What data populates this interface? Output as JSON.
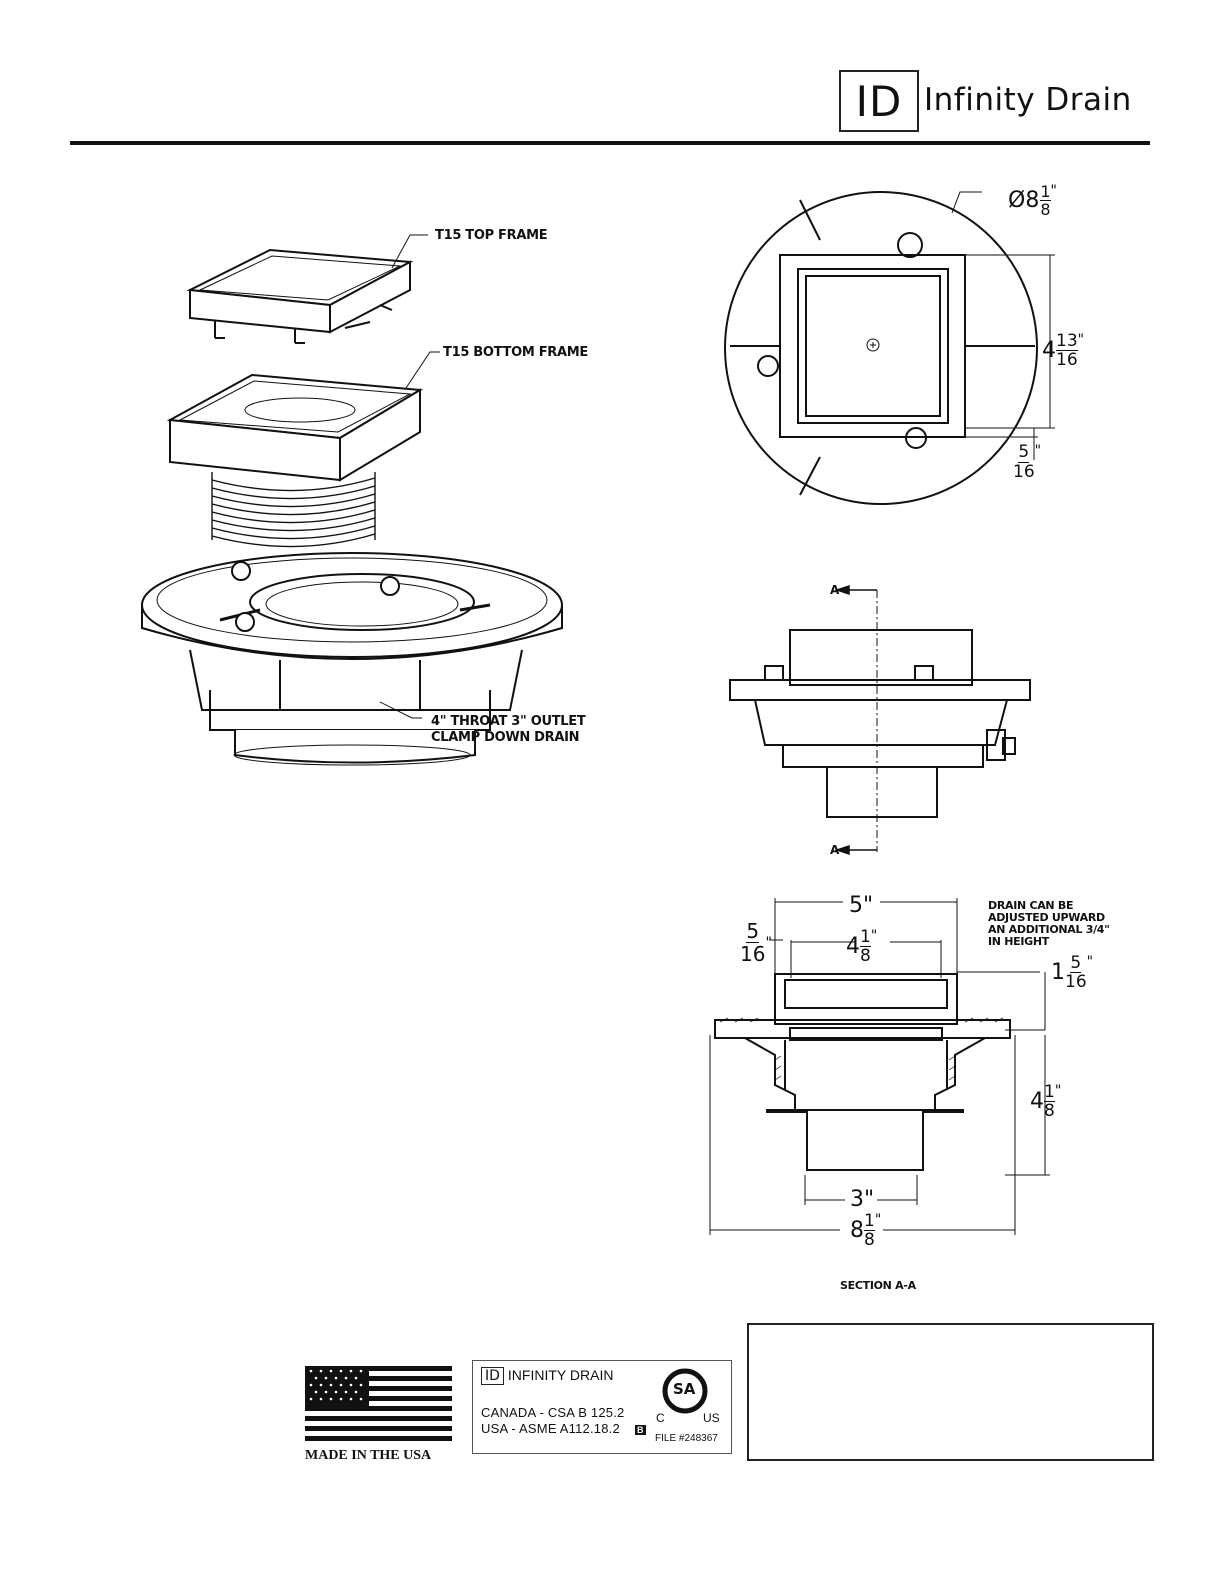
{
  "header": {
    "logo_mark": "ID",
    "brand_name": "Infinity Drain"
  },
  "exploded_view": {
    "labels": {
      "top_frame": "T15 TOP FRAME",
      "bottom_frame": "T15 BOTTOM FRAME",
      "drain_line1": "4\" THROAT 3\" OUTLET",
      "drain_line2": "CLAMP DOWN DRAIN"
    }
  },
  "top_view": {
    "diameter_prefix": "Ø8",
    "diameter_num": "1",
    "diameter_den": "8",
    "height_whole": "4",
    "height_num": "13",
    "height_den": "16",
    "offset_num": "5",
    "offset_den": "16",
    "inch": "\""
  },
  "side_view": {
    "section_marker": "A"
  },
  "section_view": {
    "width_top": "5\"",
    "rim_num": "5",
    "rim_den": "16",
    "inner_whole": "4",
    "inner_num": "1",
    "inner_den": "8",
    "frame_whole": "1",
    "frame_num": "5",
    "frame_den": "16",
    "body_whole": "4",
    "body_num": "1",
    "body_den": "8",
    "outlet": "3\"",
    "base_whole": "8",
    "base_num": "1",
    "base_den": "8",
    "inch": "\"",
    "note": [
      "DRAIN CAN BE",
      "ADJUSTED UPWARD",
      "AN ADDITIONAL 3/4\"",
      "IN HEIGHT"
    ],
    "caption": "SECTION A-A"
  },
  "footer": {
    "flag_caption": "MADE IN THE USA",
    "cert": {
      "logo_mark": "ID",
      "brand": "INFINITY DRAIN",
      "line1": "CANADA - CSA B 125.2",
      "line2": "USA - ASME A112.18.2",
      "b_mark": "B",
      "csa_mark": "SA",
      "c_mark": "C",
      "us_mark": "US",
      "file": "FILE #248367"
    }
  }
}
